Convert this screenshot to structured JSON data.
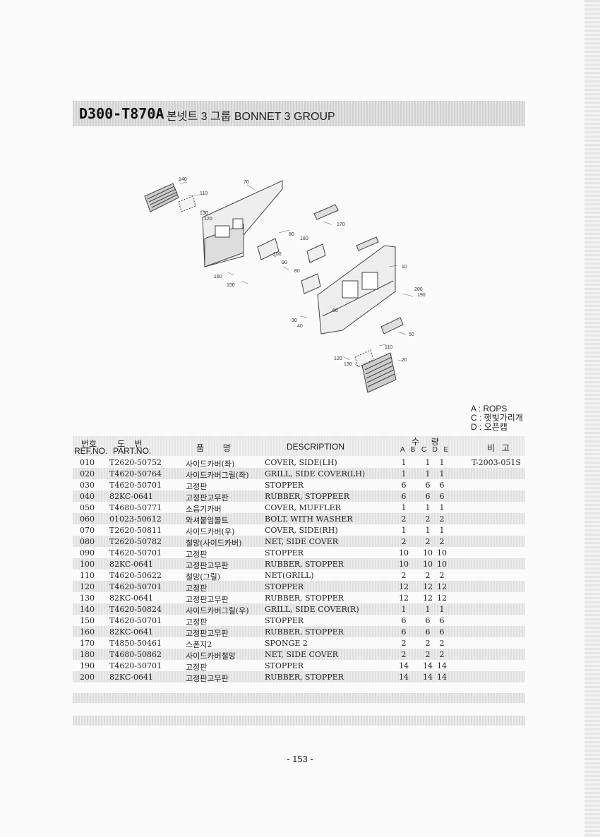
{
  "title": {
    "code": "D300-T870A",
    "name": "본넷트 3 그룹 BONNET 3 GROUP"
  },
  "diagram": {
    "callouts": [
      "140",
      "70",
      "110",
      "130",
      "120",
      "80",
      "180",
      "170",
      "100",
      "90",
      "10",
      "80",
      "160",
      "150",
      "200",
      "190",
      "60",
      "30",
      "40",
      "50",
      "110",
      "120",
      "130",
      "20"
    ]
  },
  "legend": [
    "A : ROPS",
    "C : 햇빛가리개",
    "D : 오픈캡"
  ],
  "header": {
    "ref_ko": "번호",
    "ref_en": "REF.NO.",
    "part_ko": "도    번",
    "part_en": "PART.NO.",
    "name_ko": "품        명",
    "description": "DESCRIPTION",
    "qty_ko": "수     량",
    "qty_cols": "A  B  C  D  E",
    "note_ko": "비   고"
  },
  "rows": [
    {
      "ref": "010",
      "part": "T2620-50752",
      "name": "사이드카버(좌)",
      "desc": "COVER, SIDE(LH)",
      "a": "1",
      "c": "1",
      "d": "1",
      "note": "T-2003-051S"
    },
    {
      "ref": "020",
      "part": "T4620-50764",
      "name": "사이드카버그릴(좌)",
      "desc": "GRILL, SIDE COVER(LH)",
      "a": "1",
      "c": "1",
      "d": "1",
      "note": ""
    },
    {
      "ref": "030",
      "part": "T4620-50701",
      "name": "고정판",
      "desc": "STOPPER",
      "a": "6",
      "c": "6",
      "d": "6",
      "note": ""
    },
    {
      "ref": "040",
      "part": "82KC-0641",
      "name": "고정판고무판",
      "desc": "RUBBER, STOPPEER",
      "a": "6",
      "c": "6",
      "d": "6",
      "note": ""
    },
    {
      "ref": "050",
      "part": "T4680-50771",
      "name": "소음기카버",
      "desc": "COVER, MUFFLER",
      "a": "1",
      "c": "1",
      "d": "1",
      "note": ""
    },
    {
      "ref": "060",
      "part": "01023-50612",
      "name": "와셔붙임볼트",
      "desc": "BOLT, WITH WASHER",
      "a": "2",
      "c": "2",
      "d": "2",
      "note": ""
    },
    {
      "ref": "070",
      "part": "T2620-50811",
      "name": "사이드카버(우)",
      "desc": "COVER, SIDE(RH)",
      "a": "1",
      "c": "1",
      "d": "1",
      "note": ""
    },
    {
      "ref": "080",
      "part": "T2620-50782",
      "name": "철망(사이드카버)",
      "desc": "NET, SIDE COVER",
      "a": "2",
      "c": "2",
      "d": "2",
      "note": ""
    },
    {
      "ref": "090",
      "part": "T4620-50701",
      "name": "고정판",
      "desc": "STOPPER",
      "a": "10",
      "c": "10",
      "d": "10",
      "note": ""
    },
    {
      "ref": "100",
      "part": "82KC-0641",
      "name": "고정판고무판",
      "desc": "RUBBER, STOPPER",
      "a": "10",
      "c": "10",
      "d": "10",
      "note": ""
    },
    {
      "ref": "110",
      "part": "T4620-50622",
      "name": "철망(그릴)",
      "desc": "NET(GRILL)",
      "a": "2",
      "c": "2",
      "d": "2",
      "note": ""
    },
    {
      "ref": "120",
      "part": "T4620-50701",
      "name": "고정판",
      "desc": "STOPPER",
      "a": "12",
      "c": "12",
      "d": "12",
      "note": ""
    },
    {
      "ref": "130",
      "part": "82KC-0641",
      "name": "고정판고무판",
      "desc": "RUBBER, STOPPER",
      "a": "12",
      "c": "12",
      "d": "12",
      "note": ""
    },
    {
      "ref": "140",
      "part": "T4620-50824",
      "name": "사이드카버그릴(우)",
      "desc": "GRILL, SIDE COVER(R)",
      "a": "1",
      "c": "1",
      "d": "1",
      "note": ""
    },
    {
      "ref": "150",
      "part": "T4620-50701",
      "name": "고정판",
      "desc": "STOPPER",
      "a": "6",
      "c": "6",
      "d": "6",
      "note": ""
    },
    {
      "ref": "160",
      "part": "82KC-0641",
      "name": "고정판고무판",
      "desc": "RUBBER, STOPPER",
      "a": "6",
      "c": "6",
      "d": "6",
      "note": ""
    },
    {
      "ref": "170",
      "part": "T4850-50461",
      "name": "스폰지2",
      "desc": "SPONGE 2",
      "a": "2",
      "c": "2",
      "d": "2",
      "note": ""
    },
    {
      "ref": "180",
      "part": "T4680-50862",
      "name": "사이드카버철망",
      "desc": "NET, SIDE COVER",
      "a": "2",
      "c": "2",
      "d": "2",
      "note": ""
    },
    {
      "ref": "190",
      "part": "T4620-50701",
      "name": "고정판",
      "desc": "STOPPER",
      "a": "14",
      "c": "14",
      "d": "14",
      "note": ""
    },
    {
      "ref": "200",
      "part": "82KC-0641",
      "name": "고정판고무판",
      "desc": "RUBBER, STOPPER",
      "a": "14",
      "c": "14",
      "d": "14",
      "note": ""
    }
  ],
  "page_number": "- 153 -"
}
